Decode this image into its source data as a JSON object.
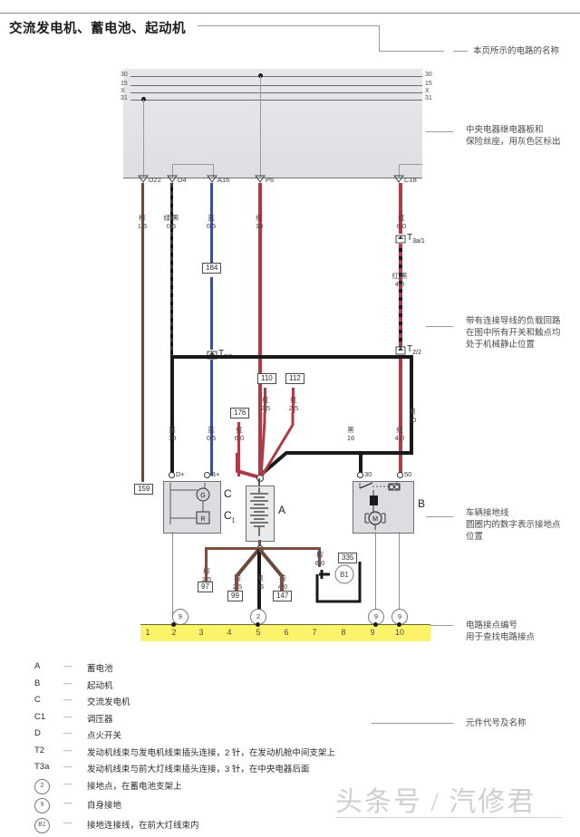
{
  "page": {
    "title": "交流发电机、蓄电池、起动机",
    "watermark": "头条号 / 汽修君"
  },
  "callouts": [
    {
      "id": "circuit-name",
      "text": "本页所示的电路的名称"
    },
    {
      "id": "relay-panel",
      "text": "中央电器继电器板和\n保险丝座，用灰色区标出"
    },
    {
      "id": "load-circuit",
      "text": "带有连接导线的负载回路\n在图中所有开关和触点均\n处于机械静止位置"
    },
    {
      "id": "vehicle-ground",
      "text": "车辆接地线\n圆圈内的数字表示接地点\n位置"
    },
    {
      "id": "contact-number",
      "text": "电路接点编号\n用于查找电路接点"
    },
    {
      "id": "component-code",
      "text": "元件代号及名称"
    }
  ],
  "panel": {
    "rails": [
      "30",
      "15",
      "X",
      "31"
    ],
    "connectors": [
      {
        "id": "D22",
        "label": "D22"
      },
      {
        "id": "D4",
        "label": "D4"
      },
      {
        "id": "A16",
        "label": "A16"
      },
      {
        "id": "P6",
        "label": "P6"
      },
      {
        "id": "C18",
        "label": "C18"
      }
    ]
  },
  "wires": [
    {
      "id": "w-d22",
      "color": "棕",
      "size": "1.5"
    },
    {
      "id": "w-d4",
      "color": "绿/黑",
      "size": "0.5"
    },
    {
      "id": "w-a16",
      "color": "蓝",
      "size": "0.5"
    },
    {
      "id": "w-p6",
      "color": "红",
      "size": "10"
    },
    {
      "id": "w-c18",
      "color": "红",
      "size": "6.0"
    },
    {
      "id": "w-t3a-low",
      "color": "红/黑",
      "size": "4.0"
    },
    {
      "id": "w-t2-2-low",
      "color": "红",
      "size": "4.0"
    },
    {
      "id": "w-dplus",
      "color": "蓝",
      "size": "0.5"
    },
    {
      "id": "w-bminus",
      "color": "黑",
      "size": "10"
    },
    {
      "id": "w-176",
      "color": "红",
      "size": "6.0"
    },
    {
      "id": "w-110",
      "color": "红",
      "size": "2.5"
    },
    {
      "id": "w-112",
      "color": "红",
      "size": "2.5"
    },
    {
      "id": "w-blk10r",
      "color": "黑",
      "size": "10"
    },
    {
      "id": "w-blk16",
      "color": "黑",
      "size": "16"
    },
    {
      "id": "w-97",
      "color": "棕",
      "size": "2.5"
    },
    {
      "id": "w-99",
      "color": "棕",
      "size": "2.5"
    },
    {
      "id": "w-gnd16",
      "color": "黑",
      "size": "16"
    },
    {
      "id": "w-147",
      "color": "棕",
      "size": "4.0"
    },
    {
      "id": "w-b1",
      "color": "棕",
      "size": "6.0"
    }
  ],
  "boxnums": [
    "184",
    "159",
    "176",
    "110",
    "112",
    "97",
    "99",
    "147",
    "335"
  ],
  "terminals": {
    "alternator": [
      "D+",
      "B+"
    ],
    "starter": [
      "30",
      "50"
    ]
  },
  "connectors_inline": [
    {
      "id": "T2-1",
      "name": "T",
      "sub": "2/1"
    },
    {
      "id": "T3a-1",
      "name": "T",
      "sub": "3a/1"
    },
    {
      "id": "T2-2",
      "name": "T",
      "sub": "2/2"
    }
  ],
  "components": [
    {
      "id": "A",
      "label": "A"
    },
    {
      "id": "B",
      "label": "B"
    },
    {
      "id": "C",
      "label": "C"
    },
    {
      "id": "C1",
      "label": "C",
      "sub": "1"
    }
  ],
  "strip": {
    "numbers": [
      "1",
      "2",
      "3",
      "4",
      "5",
      "6",
      "7",
      "8",
      "9",
      "10"
    ],
    "grounds": [
      {
        "at": "2",
        "code": "9"
      },
      {
        "at": "5",
        "code": "2"
      },
      {
        "at": "9",
        "code": "9"
      },
      {
        "at": "10",
        "code": "9"
      }
    ],
    "b1": "B1"
  },
  "legend": [
    {
      "key": "A",
      "type": "text",
      "text": "蓄电池"
    },
    {
      "key": "B",
      "type": "text",
      "text": "起动机"
    },
    {
      "key": "C",
      "type": "text",
      "text": "交流发电机"
    },
    {
      "key": "C1",
      "type": "text",
      "text": "调压器"
    },
    {
      "key": "D",
      "type": "text",
      "text": "点火开关"
    },
    {
      "key": "T2",
      "type": "text",
      "text": "发动机线束与发电机线束插头连接，2 针，在发动机舱中间支架上"
    },
    {
      "key": "T3a",
      "type": "text",
      "text": "发动机线束与前大灯线束插头连接，3 针，在中央电器后面"
    },
    {
      "key": "2",
      "type": "circle",
      "text": "接地点，在蓄电池支架上"
    },
    {
      "key": "9",
      "type": "circle",
      "text": "自身接地"
    },
    {
      "key": "B1",
      "type": "circle",
      "text": "接地连接线，在前大灯线束内"
    }
  ],
  "colors": {
    "brown": "#6b4a3a",
    "black": "#1a1a1a",
    "blue": "#3a4f9b",
    "red": "#b03a45",
    "panel": "#e3e4e7",
    "strip": "#fbf36a"
  }
}
